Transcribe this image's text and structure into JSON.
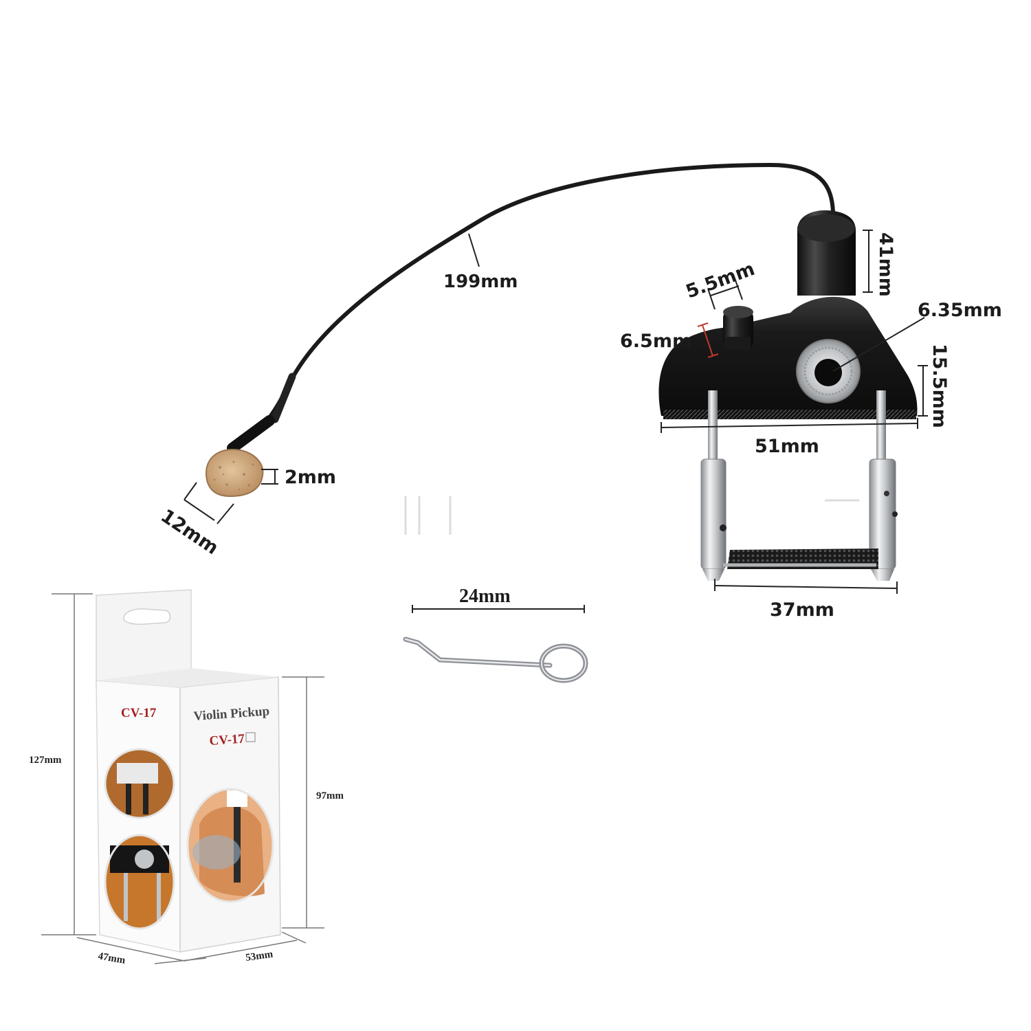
{
  "dimensions": {
    "cable_length": "199mm",
    "jack_height": "41mm",
    "jack_diameter": "6.35mm",
    "knob_diameter": "5.5mm",
    "knob_height": "6.5mm",
    "body_height": "15.5mm",
    "body_width": "51mm",
    "clip_width": "37mm",
    "pad_thickness": "2mm",
    "pad_width": "12mm",
    "hook_length": "24mm",
    "box_height": "127mm",
    "box_front_height": "97mm",
    "box_depth": "47mm",
    "box_width": "53mm"
  },
  "package": {
    "model_left": "CV-17",
    "title": "Violin Pickup",
    "model_right": "CV-17"
  },
  "colors": {
    "body": "#141414",
    "cable": "#1a1a1a",
    "cork": "#c9a37a",
    "chrome": "#b9bcc0",
    "model_red": "#a52020"
  }
}
